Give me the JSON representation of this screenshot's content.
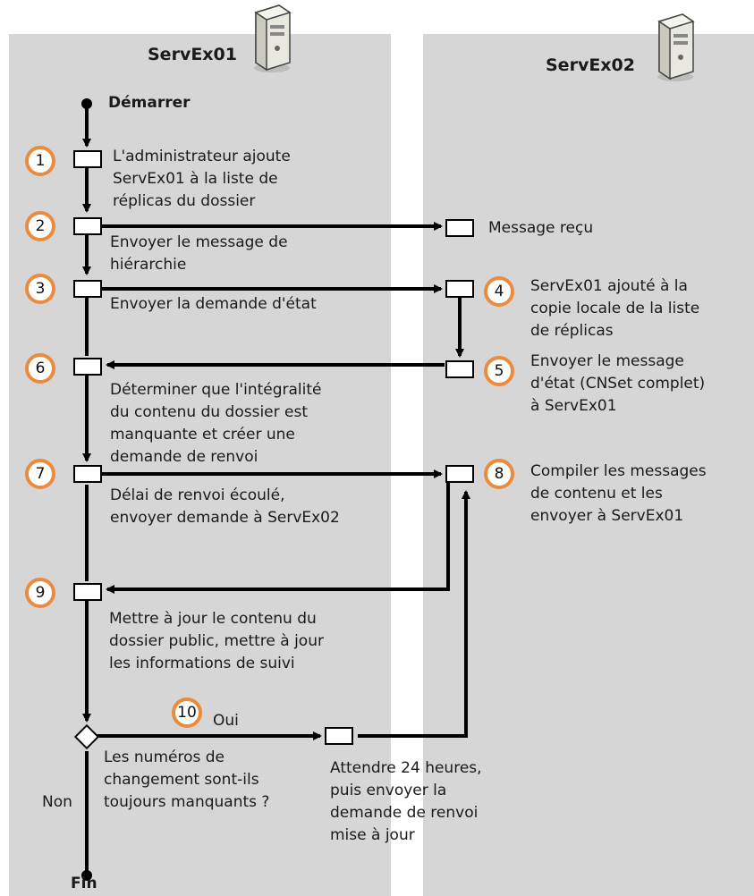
{
  "servers": {
    "left": {
      "name": "ServEx01",
      "icon": "server-icon"
    },
    "right": {
      "name": "ServEx02",
      "icon": "server-icon"
    }
  },
  "start_label": "Démarrer",
  "end_label": "Fin",
  "steps": [
    {
      "number": "1",
      "text": "L'administrateur ajoute\nServEx01 à la liste de\nréplicas du dossier"
    },
    {
      "number": "2",
      "text": "Envoyer le message de\nhiérarchie"
    },
    {
      "number": "3",
      "text": "Envoyer la demande d'état"
    },
    {
      "number": "4",
      "text": "ServEx01 ajouté à la\ncopie locale de la liste\nde réplicas"
    },
    {
      "number": "5",
      "text": "Envoyer le message\nd'état (CNSet complet)\nà ServEx01"
    },
    {
      "number": "6",
      "text": "Déterminer que l'intégralité\ndu contenu du dossier est\nmanquante et créer une\ndemande de renvoi"
    },
    {
      "number": "7",
      "text": "Délai de renvoi écoulé,\nenvoyer demande à ServEx02"
    },
    {
      "number": "8",
      "text": "Compiler les messages\nde contenu et les\nenvoyer à ServEx01"
    },
    {
      "number": "9",
      "text": "Mettre à jour le contenu du\ndossier public, mettre à jour\nles informations de suivi"
    },
    {
      "number": "10",
      "text": "Attendre 24 heures,\npuis envoyer la\ndemande de renvoi\nmise à jour"
    }
  ],
  "message_received": "Message reçu",
  "decision": {
    "question": "Les numéros de\nchangement sont-ils\ntoujours manquants ?",
    "yes": "Oui",
    "no": "Non"
  },
  "colors": {
    "lane": "#d6d6d6",
    "badge_ring": "#ea8c3f"
  }
}
